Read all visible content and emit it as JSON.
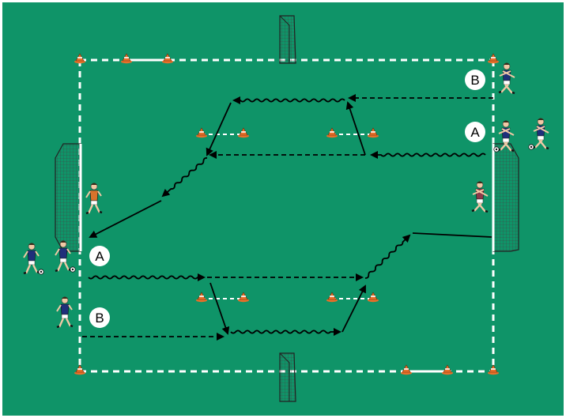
{
  "diagram": {
    "colors": {
      "pitch": "#0f9468",
      "border": "#ffffff",
      "line": "#ffffff",
      "arrow": "#000000",
      "cone_orange": "#e8702a",
      "cone_white": "#ffffff",
      "net": "#d9d9d9",
      "player_blue": "#1f2f7a",
      "gk_orange": "#d9732c",
      "gk_maroon": "#8c3a4a"
    },
    "labels": {
      "a_left": "A",
      "b_left": "B",
      "a_right": "A",
      "b_right": "B"
    },
    "icons": [
      "cone-icon",
      "goal-icon",
      "player-icon",
      "goalkeeper-icon",
      "ball-icon"
    ]
  }
}
